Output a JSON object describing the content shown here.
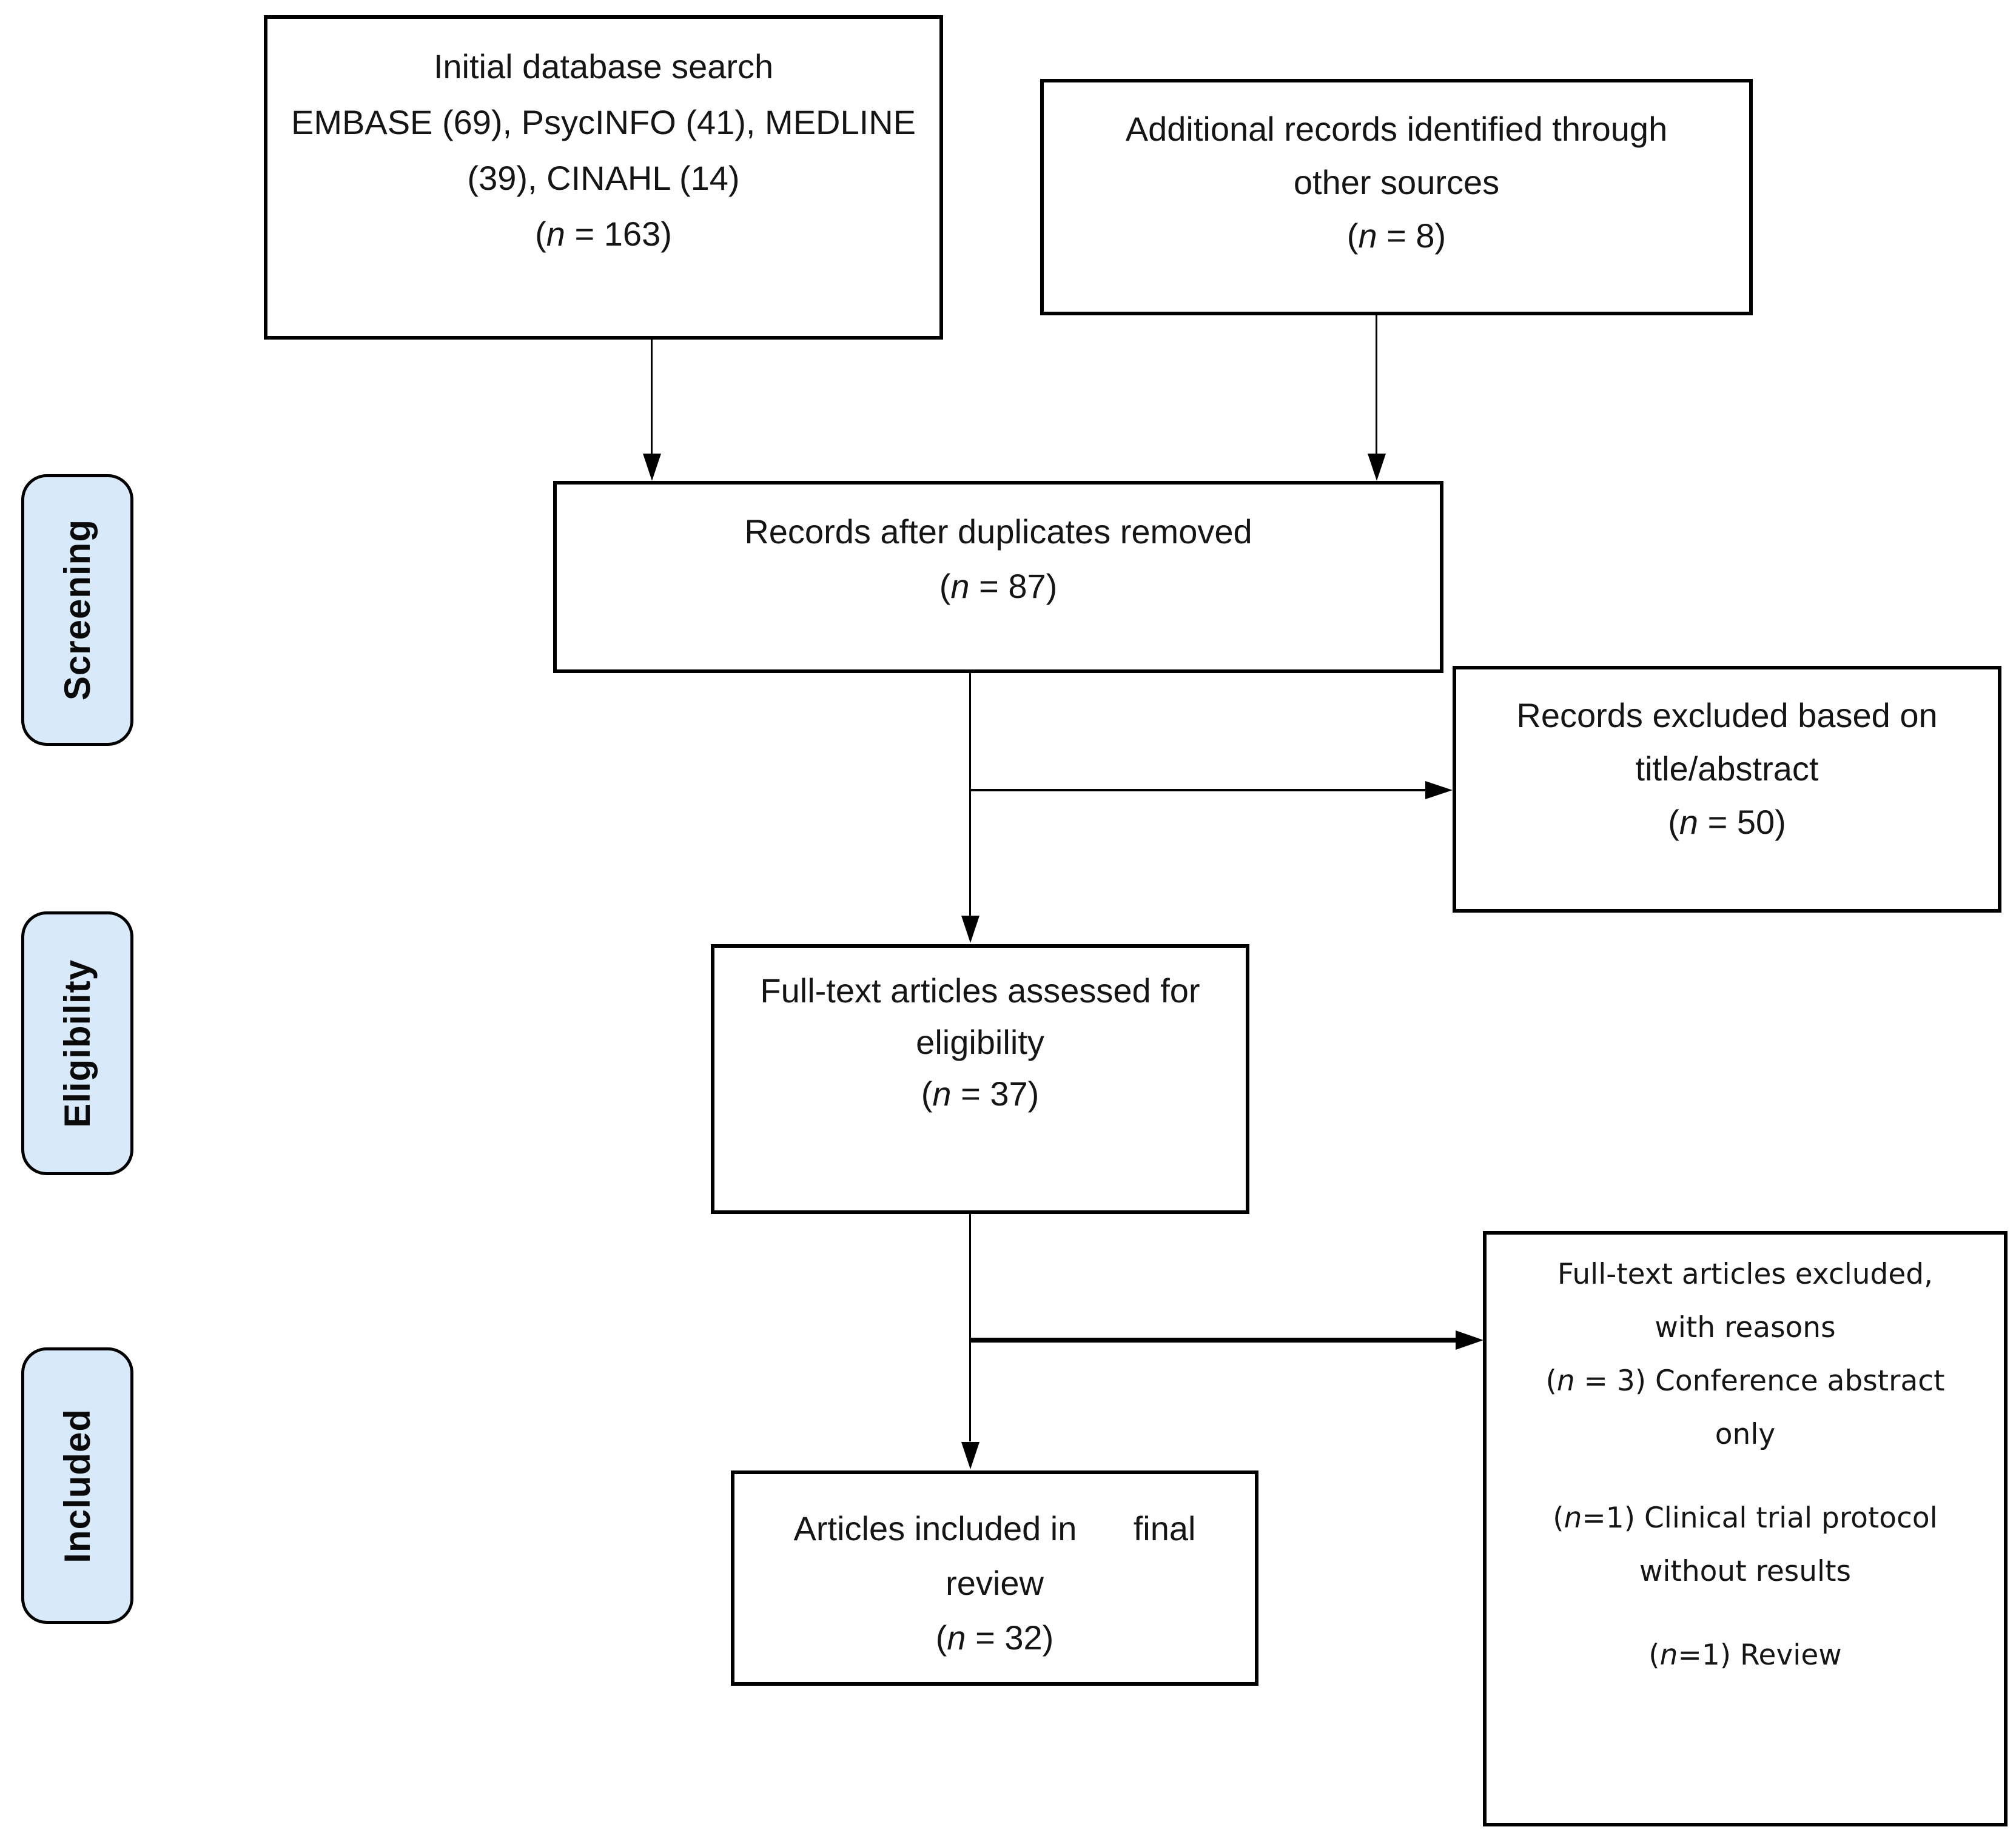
{
  "diagram": {
    "stages": [
      {
        "label": "Screening"
      },
      {
        "label": "Eligibility"
      },
      {
        "label": "Included"
      }
    ],
    "boxes": {
      "initial_search": {
        "lines": [
          "Initial database search",
          "EMBASE (69), PsycINFO (41), MEDLINE",
          "(39), CINAHL (14)",
          "(n = 163)"
        ]
      },
      "additional_records": {
        "lines": [
          "Additional records identified through",
          "other sources",
          "(n = 8)"
        ]
      },
      "after_duplicates": {
        "lines": [
          "Records after duplicates removed",
          "(n = 87)"
        ]
      },
      "records_excluded": {
        "lines": [
          "Records excluded based on",
          "title/abstract",
          "(n = 50)"
        ]
      },
      "fulltext_assessed": {
        "lines": [
          "Full-text articles assessed for",
          "eligibility",
          "(n = 37)"
        ]
      },
      "articles_included": {
        "lines": [
          "Articles included in      final",
          "review",
          "(n = 32)"
        ]
      },
      "fulltext_excluded": {
        "lines": [
          "Full-text articles excluded,",
          "with reasons",
          "(n = 3) Conference abstract",
          "only",
          "",
          "(n=1) Clinical trial protocol",
          "without results",
          "",
          "(n=1) Review"
        ]
      }
    },
    "colors": {
      "stage_label_fill": "#d8eafa",
      "box_border": "#000000",
      "diagram_text": "#151515",
      "background": "#ffffff"
    }
  }
}
